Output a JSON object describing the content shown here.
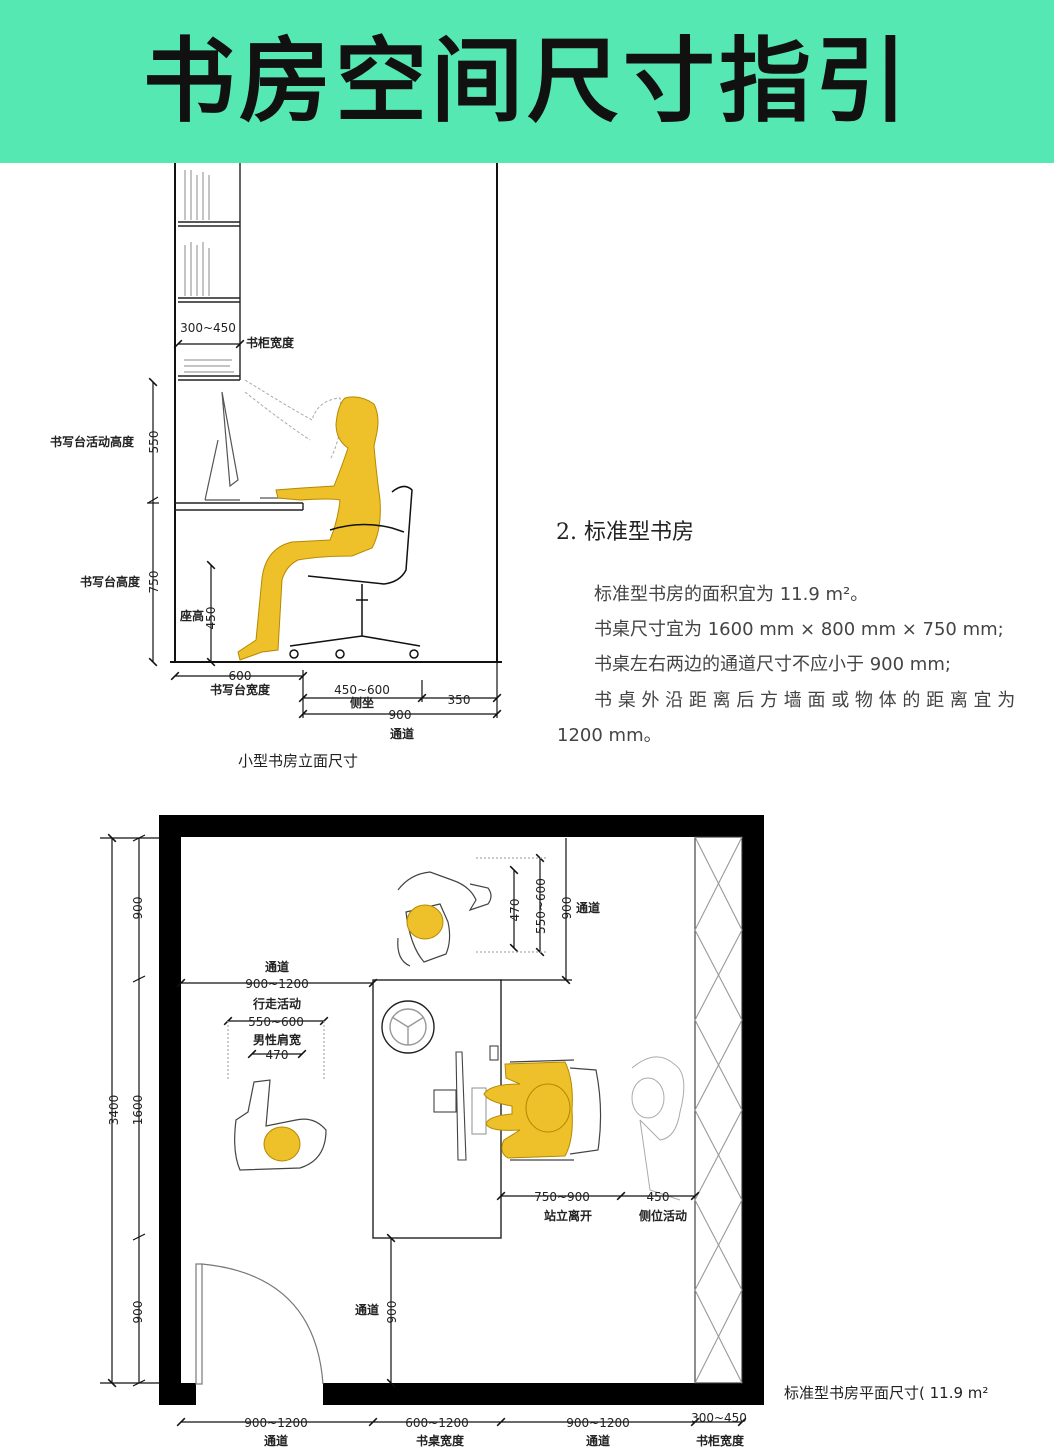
{
  "banner": {
    "title": "书房空间尺寸指引",
    "bg": "#56e8b3"
  },
  "colors": {
    "figure": "#eec02a",
    "line": "#111111"
  },
  "elevation": {
    "caption": "小型书房立面尺寸",
    "labels": {
      "cabinet_depth": "300~450",
      "cabinet_width": "书柜宽度",
      "desk_activity_height": "书写台活动高度",
      "desk_activity_value": "550",
      "desk_height": "书写台高度",
      "desk_height_value": "750",
      "seat_height": "座高",
      "seat_height_value": "450",
      "desk_width_value": "600",
      "desk_width": "书写台宽度",
      "side_seat_value": "450~600",
      "side_seat": "侧坐",
      "side_gap_value": "350",
      "aisle_value": "900",
      "aisle": "通道"
    }
  },
  "standard": {
    "heading": "2. 标准型书房",
    "lines": [
      "标准型书房的面积宜为 11.9 m²。",
      "书桌尺寸宜为 1600 mm × 800 mm × 750 mm;",
      "书桌左右两边的通道尺寸不应小于 900 mm;",
      "书 桌 外 沿 距 离 后 方 墙 面 或 物 体 的 距 离 宜 为",
      "1200 mm。"
    ]
  },
  "plan": {
    "caption": "标准型书房平面尺寸( 11.9 m²",
    "left_dims": {
      "total": "3400",
      "top": "900",
      "mid": "1600",
      "bottom": "900"
    },
    "top_person": {
      "d1": "470",
      "d2": "550~600",
      "d3": "900",
      "label": "通道"
    },
    "left_person": {
      "aisle": "通道",
      "aisle_value": "900~1200",
      "walk": "行走活动",
      "walk_value": "550~600",
      "shoulder": "男性肩宽",
      "shoulder_value": "470"
    },
    "desk": {
      "stand_value": "750~900",
      "stand": "站立离开",
      "side_value": "450",
      "side": "侧位活动",
      "aisle_value": "900",
      "aisle": "通道"
    },
    "bottom_dims": [
      {
        "value": "900~1200",
        "label": "通道"
      },
      {
        "value": "600~1200",
        "label": "书桌宽度"
      },
      {
        "value": "900~1200",
        "label": "通道"
      },
      {
        "value": "300~450",
        "label": "书柜宽度"
      }
    ]
  }
}
